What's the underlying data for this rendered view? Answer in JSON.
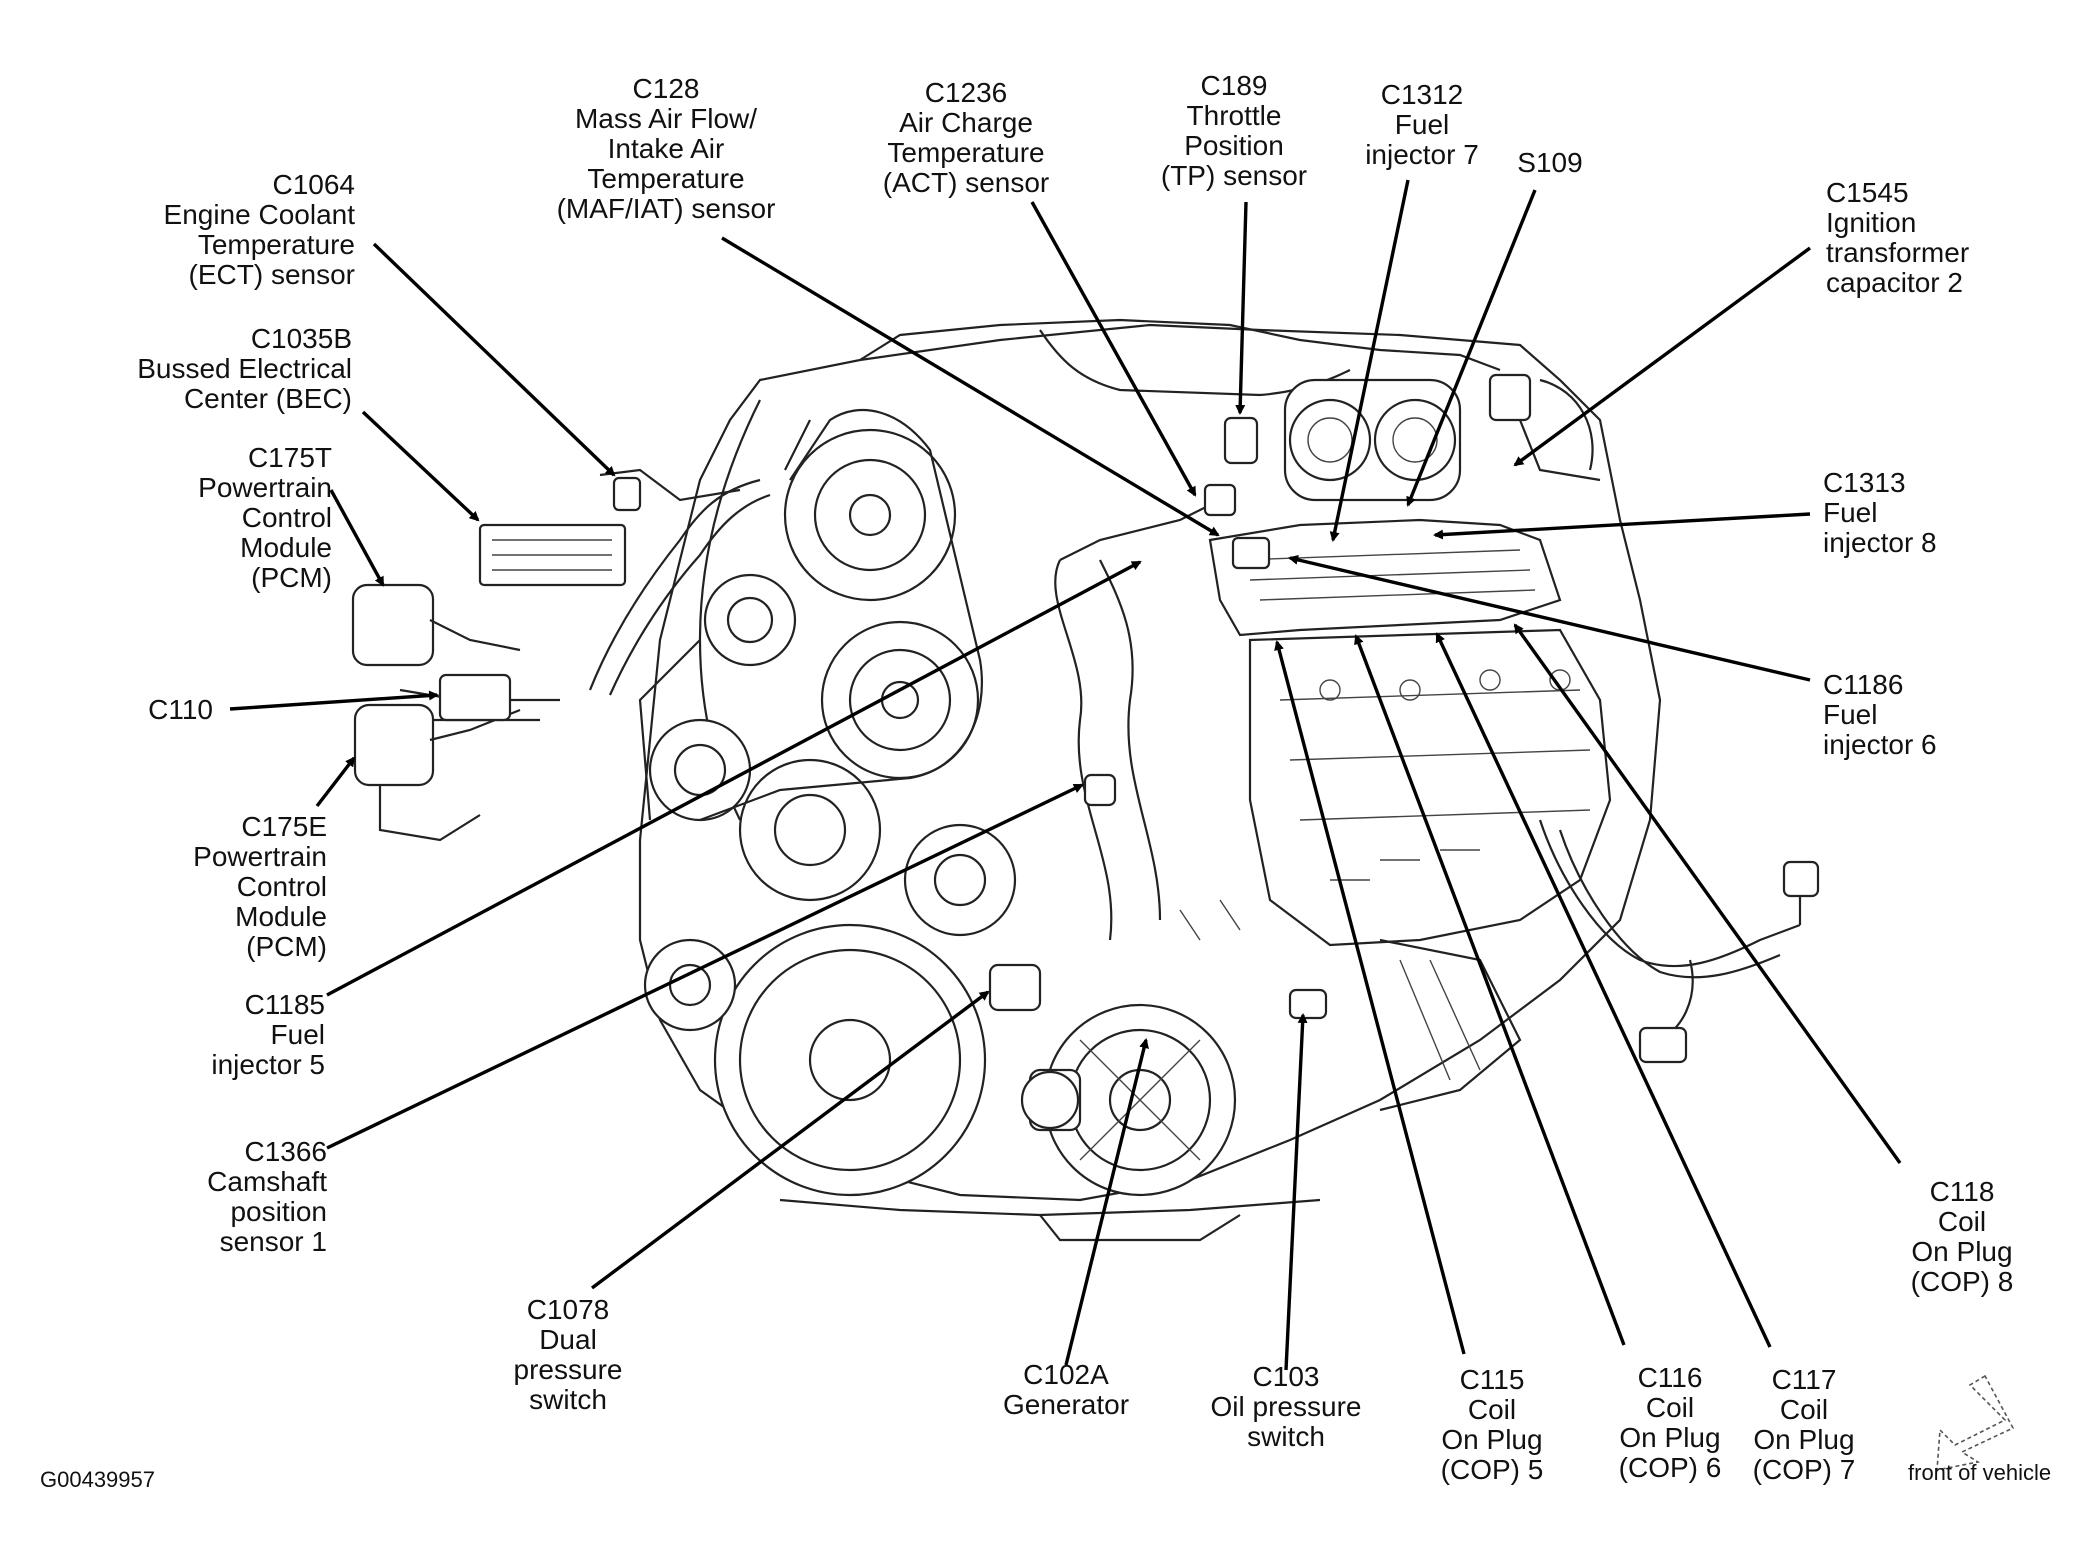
{
  "figure_id": "G00439957",
  "front_of_vehicle_label": "front of vehicle",
  "callouts": [
    {
      "id": "c128",
      "lines": [
        "C128",
        "Mass Air Flow/",
        "Intake Air",
        "Temperature",
        "(MAF/IAT) sensor"
      ]
    },
    {
      "id": "c1236",
      "lines": [
        "C1236",
        "Air Charge",
        "Temperature",
        "(ACT) sensor"
      ]
    },
    {
      "id": "c189",
      "lines": [
        "C189",
        "Throttle",
        "Position",
        "(TP) sensor"
      ]
    },
    {
      "id": "c1312",
      "lines": [
        "C1312",
        "Fuel",
        "injector 7"
      ]
    },
    {
      "id": "s109",
      "lines": [
        "S109"
      ]
    },
    {
      "id": "c1545",
      "lines": [
        "C1545",
        "Ignition",
        "transformer",
        "capacitor 2"
      ]
    },
    {
      "id": "c1064",
      "lines": [
        "C1064",
        "Engine Coolant",
        "Temperature",
        "(ECT) sensor"
      ]
    },
    {
      "id": "c1035b",
      "lines": [
        "C1035B",
        "Bussed Electrical",
        "Center (BEC)"
      ]
    },
    {
      "id": "c175t",
      "lines": [
        "C175T",
        "Powertrain",
        "Control",
        "Module",
        "(PCM)"
      ]
    },
    {
      "id": "c110",
      "lines": [
        "C110"
      ]
    },
    {
      "id": "c175e",
      "lines": [
        "C175E",
        "Powertrain",
        "Control",
        "Module",
        "(PCM)"
      ]
    },
    {
      "id": "c1185",
      "lines": [
        "C1185",
        "Fuel",
        "injector 5"
      ]
    },
    {
      "id": "c1366",
      "lines": [
        "C1366",
        "Camshaft",
        "position",
        "sensor 1"
      ]
    },
    {
      "id": "c1078",
      "lines": [
        "C1078",
        "Dual",
        "pressure",
        "switch"
      ]
    },
    {
      "id": "c102a",
      "lines": [
        "C102A",
        "Generator"
      ]
    },
    {
      "id": "c103",
      "lines": [
        "C103",
        "Oil pressure",
        "switch"
      ]
    },
    {
      "id": "c115",
      "lines": [
        "C115",
        "Coil",
        "On Plug",
        "(COP) 5"
      ]
    },
    {
      "id": "c116",
      "lines": [
        "C116",
        "Coil",
        "On Plug",
        "(COP) 6"
      ]
    },
    {
      "id": "c117",
      "lines": [
        "C117",
        "Coil",
        "On Plug",
        "(COP) 7"
      ]
    },
    {
      "id": "c118",
      "lines": [
        "C118",
        "Coil",
        "On Plug",
        "(COP) 8"
      ]
    },
    {
      "id": "c1313",
      "lines": [
        "C1313",
        "Fuel",
        "injector 8"
      ]
    },
    {
      "id": "c1186",
      "lines": [
        "C1186",
        "Fuel",
        "injector 6"
      ]
    }
  ]
}
